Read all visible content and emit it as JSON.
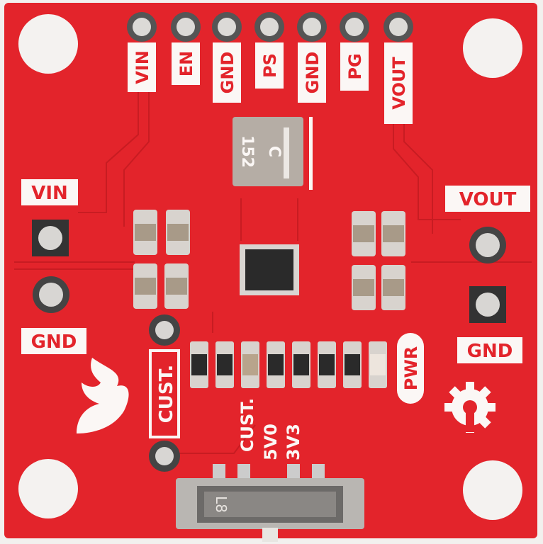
{
  "board": {
    "colors": {
      "pcb": "#e3242b",
      "silk": "#fbf7f5",
      "pad": "#c9c7c4"
    },
    "header_pins": [
      "VIN",
      "EN",
      "GND",
      "PS",
      "GND",
      "PG",
      "VOUT"
    ],
    "left_labels": {
      "vin": "VIN",
      "gnd": "GND"
    },
    "right_labels": {
      "vout": "VOUT",
      "gnd": "GND"
    },
    "inductor_marking": {
      "letter": "C",
      "code": "152"
    },
    "custom_label": "CUST.",
    "pwr_label": "PWR",
    "switch_labels": [
      "CUST.",
      "5V0",
      "3V3"
    ],
    "switch_marking": "L8"
  }
}
